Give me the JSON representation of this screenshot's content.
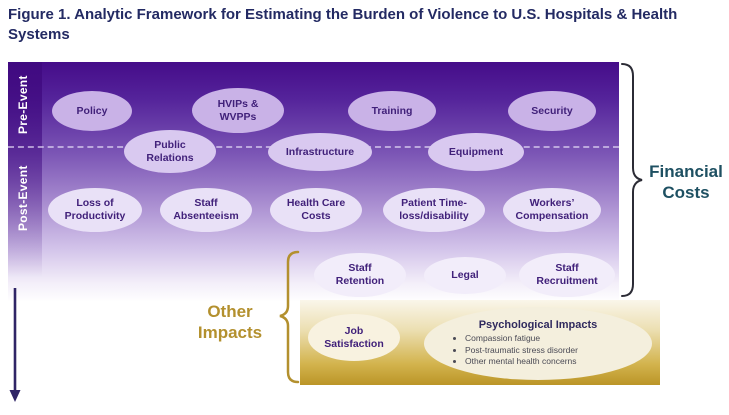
{
  "figure": {
    "title": "Figure 1. Analytic Framework for Estimating the Burden of Violence to U.S. Hospitals & Health Systems"
  },
  "sections": {
    "pre_event": "Pre-Event",
    "post_event": "Post-Event"
  },
  "braces": {
    "financial_costs": "Financial Costs",
    "other_impacts": "Other Impacts"
  },
  "ellipses": {
    "policy": "Policy",
    "hvips": "HVIPs & WVPPs",
    "training": "Training",
    "security": "Security",
    "public_relations": "Public Relations",
    "infrastructure": "Infrastructure",
    "equipment": "Equipment",
    "loss_of_productivity": "Loss of Productivity",
    "staff_absenteeism": "Staff Absenteeism",
    "health_care_costs": "Health Care Costs",
    "patient_time_loss": "Patient Time-loss/disability",
    "workers_compensation": "Workers’ Compensation",
    "staff_retention": "Staff Retention",
    "legal": "Legal",
    "staff_recruitment": "Staff Recruitment",
    "job_satisfaction": "Job Satisfaction"
  },
  "psychological_impacts": {
    "title": "Psychological Impacts",
    "bullets": [
      "Compassion fatigue",
      "Post-traumatic stress disorder",
      "Other mental health concerns"
    ]
  },
  "colors": {
    "title_text": "#232a63",
    "purple_dark": "#450c89",
    "gold": "#bb9527",
    "financial_costs_text": "#1e5062",
    "other_impacts_text": "#b3902e",
    "ellipse_text": "#41217a"
  }
}
